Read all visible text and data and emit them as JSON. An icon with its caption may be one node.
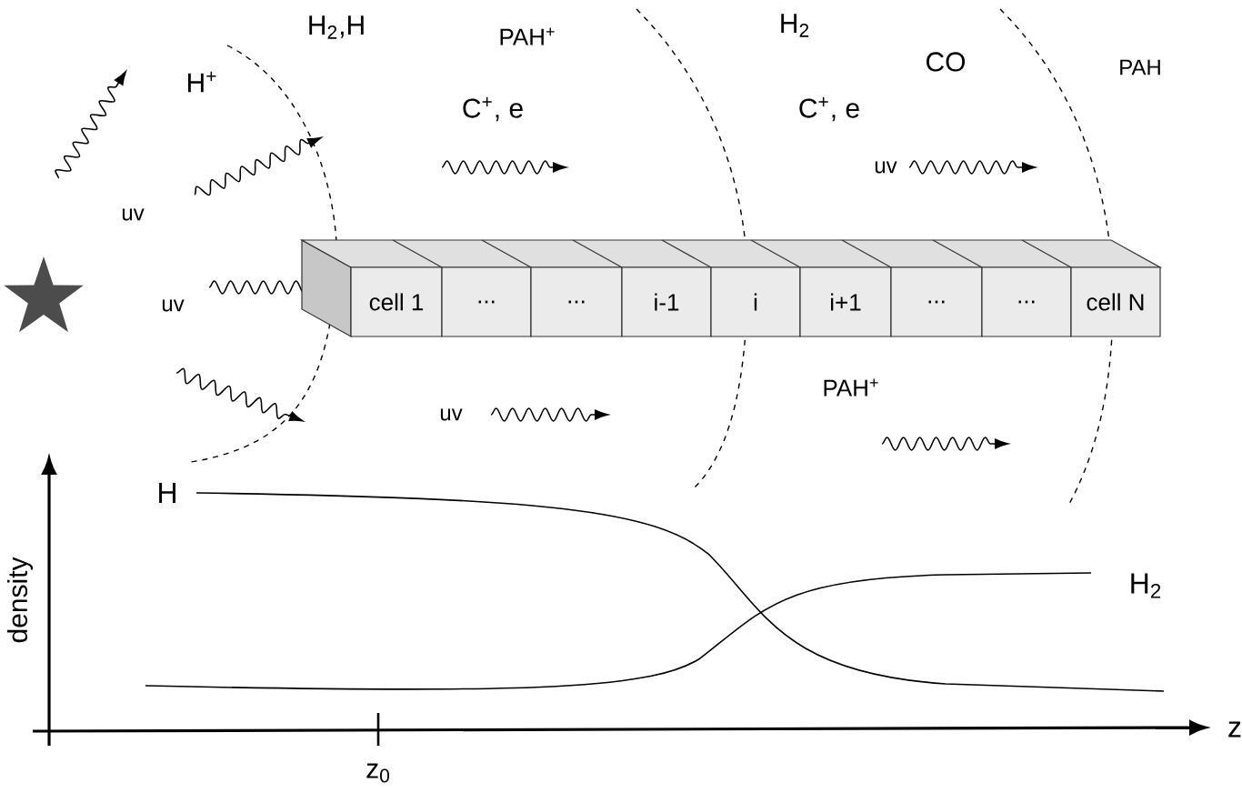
{
  "diagram": {
    "nodes": [
      {
        "text": [
          "cell 1"
        ]
      },
      {
        "text": [
          "..."
        ]
      },
      {
        "text": [
          "..."
        ]
      },
      {
        "text": [
          "i-1"
        ]
      },
      {
        "text": [
          "i"
        ]
      },
      {
        "text": [
          "i+1"
        ]
      },
      {
        "text": [
          "..."
        ]
      },
      {
        "text": [
          "..."
        ]
      },
      {
        "text": [
          "cell N"
        ]
      }
    ],
    "labels": [
      "H$_{2}$,H",
      "PAH$^{+}$",
      "H$_{2}$",
      "CO",
      "PAH",
      "H$^{+}$",
      "C$^{+}$, e",
      "C$^{+}$, e",
      "uv",
      "uv",
      "uv",
      "uv",
      "PAH$^{+}$",
      "H",
      "H$_{2}$",
      "density",
      "z",
      "z$_{0}$"
    ]
  }
}
